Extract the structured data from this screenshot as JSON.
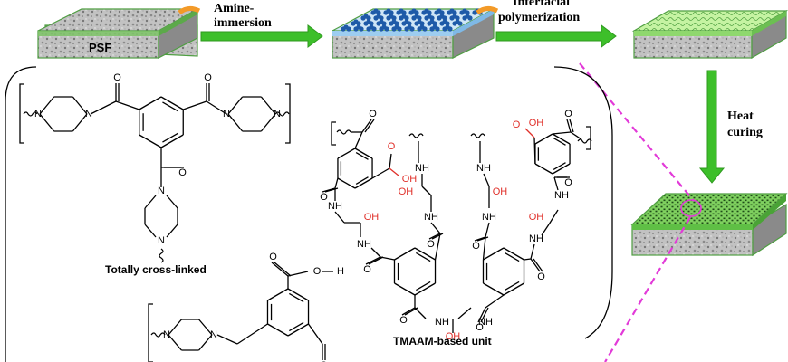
{
  "process": {
    "substrate_label": "PSF",
    "step1_line1": "Amine-",
    "step1_line2": "immersion",
    "step2_line1": "Interfacial",
    "step2_line2": "polymerization",
    "step3_line1": "Heat",
    "step3_line2": "curing"
  },
  "structures": {
    "caption_crosslinked": "Totally cross-linked",
    "caption_tmaam": "TMAAM-based unit"
  },
  "atoms": {
    "N": "N",
    "O": "O",
    "H": "H",
    "OH": "OH",
    "NH": "NH"
  },
  "colors": {
    "arrow_green": "#3dbf2a",
    "arrow_edge": "#2f9a1f",
    "membrane_top_green": "#b9ef8f",
    "membrane_side": "#4f9e42",
    "amine_blue": "#1e5aa8",
    "cured_dark": "#2f7d27",
    "carboxyl_red": "#e0302a",
    "zoom_dash_magenta": "#e23ad8",
    "bracket_black": "#000000"
  }
}
